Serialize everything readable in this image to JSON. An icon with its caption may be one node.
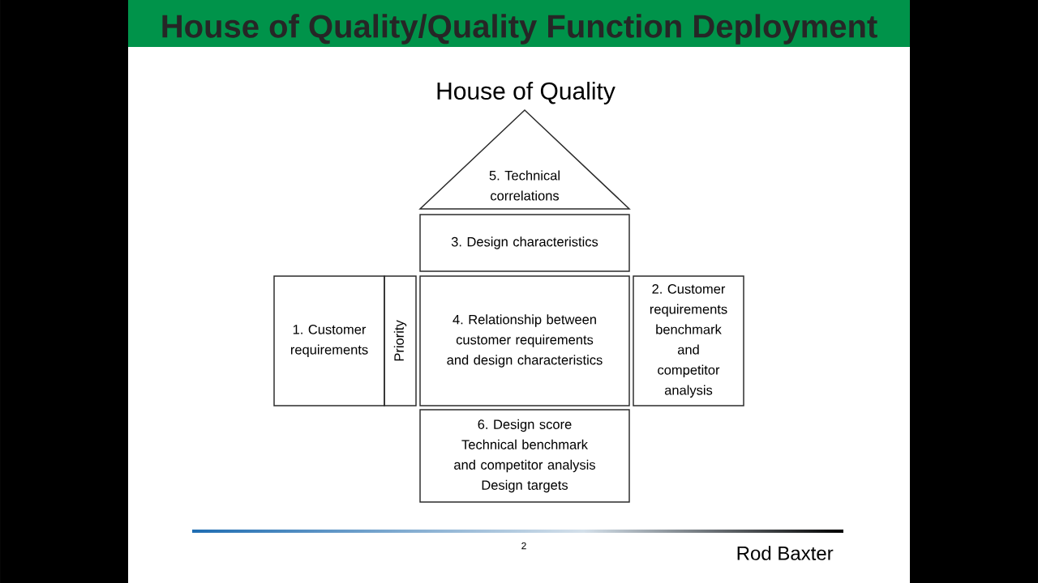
{
  "diagram": {
    "title": "House of Quality/Quality Function Deployment",
    "nodes": [
      {
        "text": [
          "5. Technical correlations"
        ]
      },
      {
        "text": [
          "3. Design characteristics"
        ]
      },
      {
        "text": [
          "1. Customer requirements"
        ]
      },
      {
        "text": [
          "Priority"
        ]
      },
      {
        "text": [
          "4. Relationship between customer requirements and design characteristics"
        ]
      },
      {
        "text": [
          "2. Customer requirements benchmark and competitor analysis"
        ]
      },
      {
        "text": [
          "6. Design score",
          "Technical benchmark and competitor analysis",
          "Design targets"
        ]
      }
    ],
    "labels": [
      "House of Quality",
      "2",
      "Rod Baxter"
    ]
  }
}
